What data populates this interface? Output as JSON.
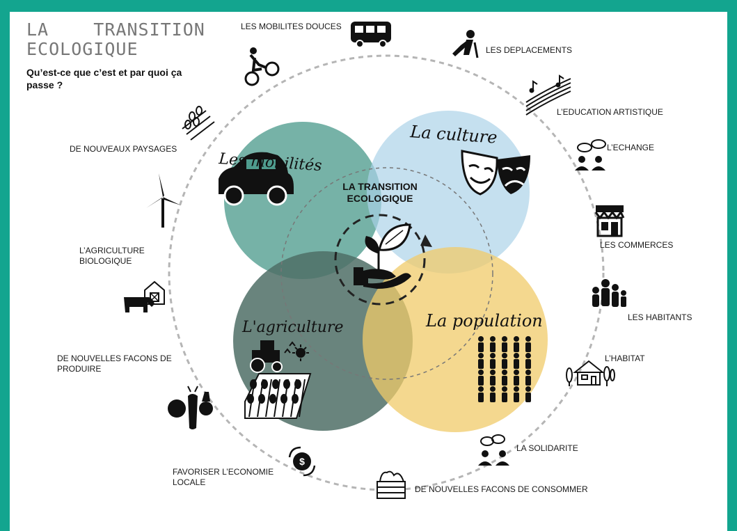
{
  "title": {
    "line1": "LA    TRANSITION",
    "line2": "ECOLOGIQUE"
  },
  "subtitle": "Qu’est-ce que c’est et par quoi ça passe ?",
  "center": {
    "line1": "LA TRANSITION",
    "line2": "ECOLOGIQUE"
  },
  "circles": {
    "mobilites": "Les mobilités",
    "culture": "La culture",
    "agriculture": "L'agriculture",
    "population": "La population"
  },
  "labels": {
    "mobilites_douces": "LES MOBILITES DOUCES",
    "deplacements": "LES DEPLACEMENTS",
    "education": "L’EDUCATION ARTISTIQUE",
    "echange": "L’ECHANGE",
    "commerces": "LES COMMERCES",
    "habitants": "LES HABITANTS",
    "habitat": "L’HABITAT",
    "solidarite": "LA SOLIDARITE",
    "consommer": "DE NOUVELLES FACONS DE CONSOMMER",
    "economie": "FAVORISER L’ECONOMIE LOCALE",
    "produire": "DE NOUVELLES FACONS DE PRODUIRE",
    "agri_bio": "L’AGRICULTURE BIOLOGIQUE",
    "paysages": "DE NOUVEAUX PAYSAGES"
  },
  "colors": {
    "frame": "#13a58f",
    "mobilites": "#4f9c8e",
    "culture": "#a9d1e8",
    "agriculture": "#4f6f66",
    "population": "#f0cb6a"
  }
}
